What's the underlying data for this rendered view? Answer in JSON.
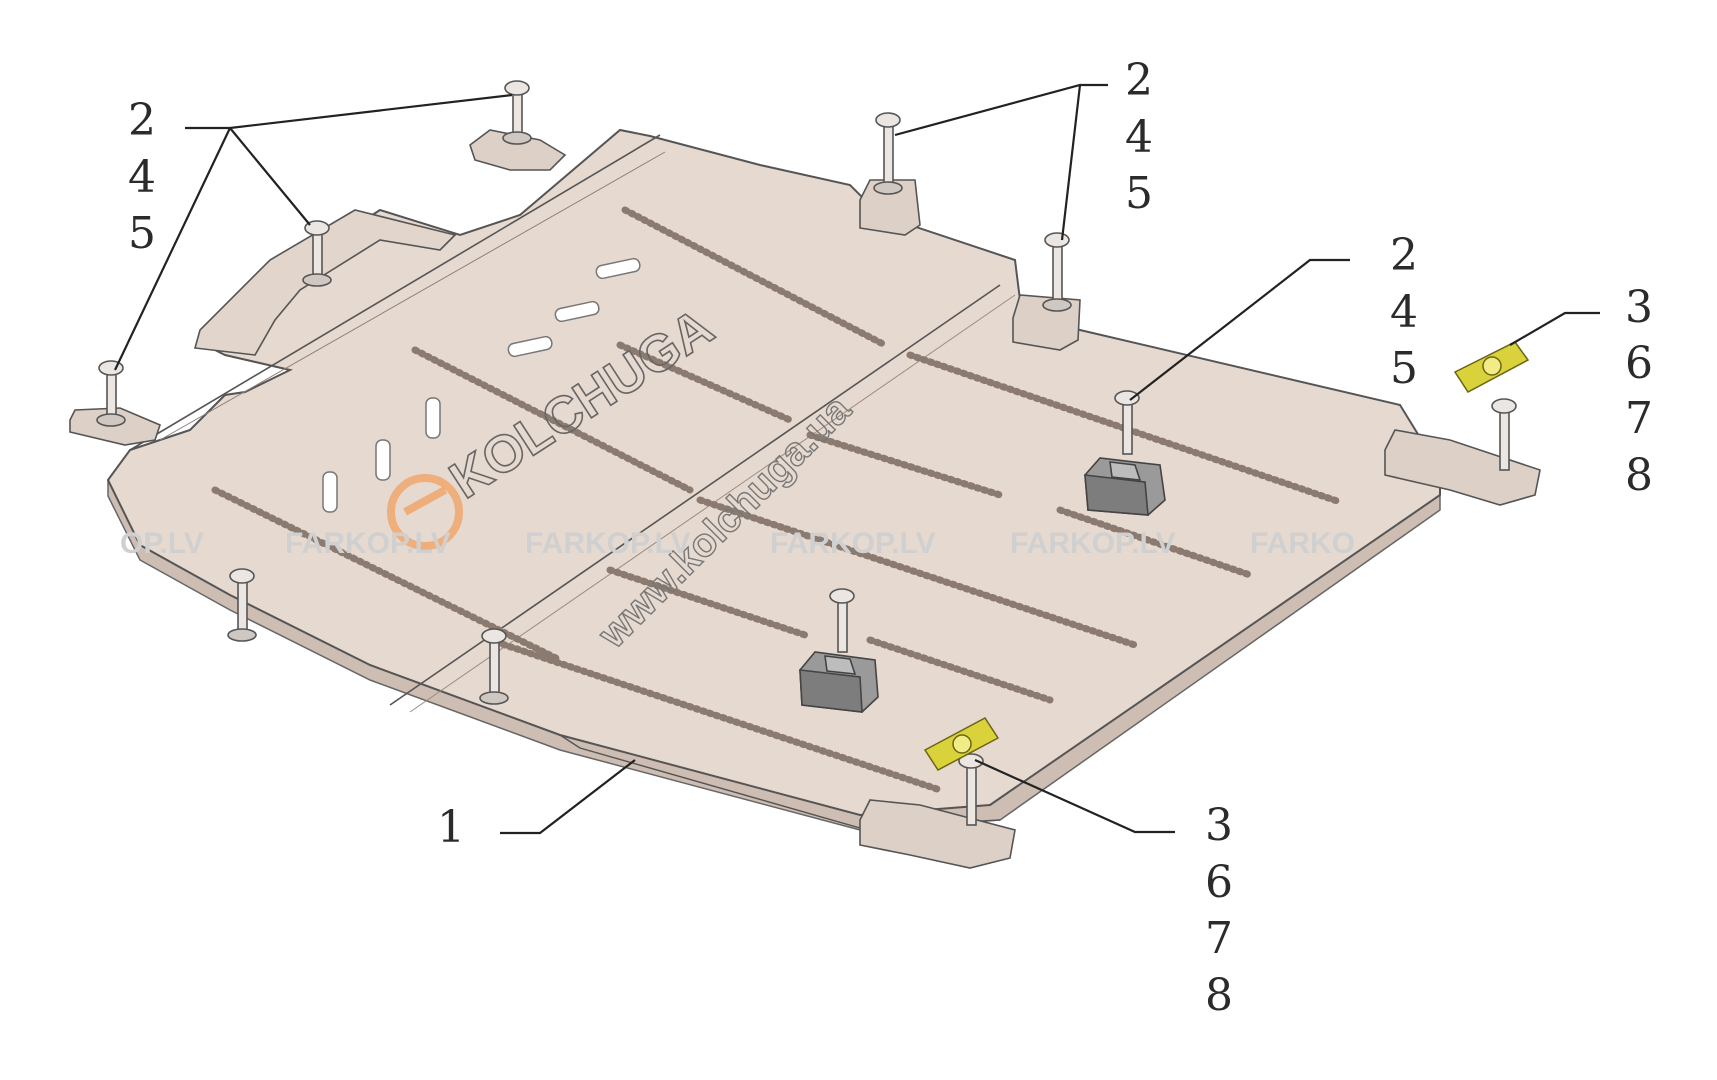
{
  "diagram": {
    "parts": {
      "plate": "1",
      "group_a": [
        "2",
        "4",
        "5"
      ],
      "group_b": [
        "3",
        "6",
        "7",
        "8"
      ]
    },
    "callouts": {
      "top_left": [
        "2",
        "4",
        "5"
      ],
      "top_center": [
        "2",
        "4",
        "5"
      ],
      "mid_right": [
        "2",
        "4",
        "5"
      ],
      "far_right": [
        "3",
        "6",
        "7",
        "8"
      ],
      "bottom_right": [
        "3",
        "6",
        "7",
        "8"
      ],
      "bottom_left": "1"
    },
    "watermarks": {
      "brand": "KOLCHUGA",
      "site": "www.kolchuga.ua",
      "farkop": [
        "OP.LV",
        "FARKOP.LV",
        "FARKOP.LV",
        "FARKOP.LV",
        "FARKOP.LV",
        "FARKO"
      ]
    }
  },
  "colors": {
    "plate_fill": "#e6d9d0",
    "plate_edge": "#555555",
    "bracket_fill": "#ddd0c6",
    "nut_fill": "#9a9a9a",
    "clip_fill": "#d9d23a",
    "watermark_orange": "#f0a060",
    "watermark_gray": "#d0d0d0"
  }
}
